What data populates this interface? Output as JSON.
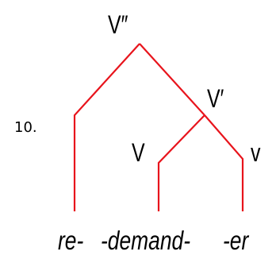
{
  "example_number": "10.",
  "nodes": {
    "root": "V″",
    "intermediate": "V′",
    "verb": "V",
    "suffix_category": "v"
  },
  "morphemes": {
    "prefix": "re-",
    "root": "-demand-",
    "suffix": "-er"
  },
  "colors": {
    "branches": "#e8141c",
    "text": "#000000"
  }
}
